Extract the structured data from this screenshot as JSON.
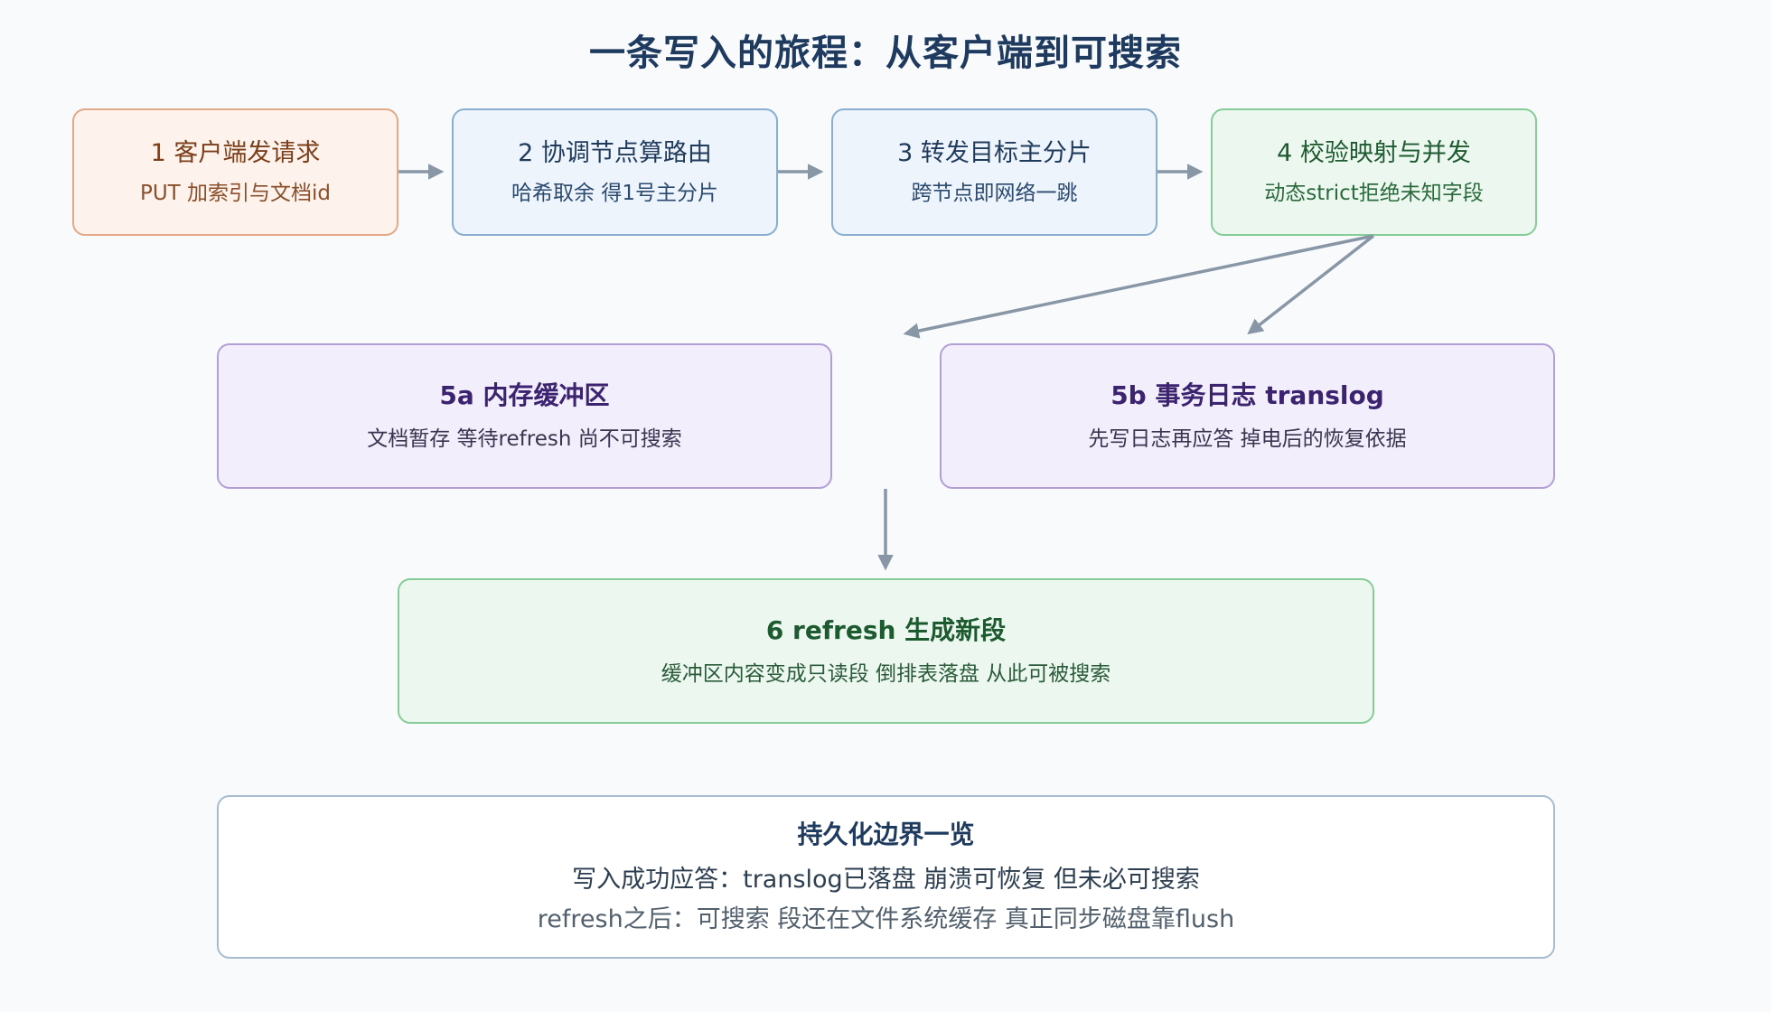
{
  "title": "一条写入的旅程：从客户端到可搜索",
  "steps": [
    {
      "title": "1 客户端发请求",
      "subtitle": "PUT 加索引与文档id"
    },
    {
      "title": "2 协调节点算路由",
      "subtitle": "哈希取余 得1号主分片"
    },
    {
      "title": "3 转发目标主分片",
      "subtitle": "跨节点即网络一跳"
    },
    {
      "title": "4 校验映射与并发",
      "subtitle": "动态strict拒绝未知字段"
    }
  ],
  "branches": [
    {
      "title": "5a 内存缓冲区",
      "subtitle": "文档暂存 等待refresh 尚不可搜索"
    },
    {
      "title": "5b 事务日志 translog",
      "subtitle": "先写日志再应答 掉电后的恢复依据"
    }
  ],
  "refresh": {
    "title": "6 refresh 生成新段",
    "subtitle": "缓冲区内容变成只读段 倒排表落盘 从此可被搜索"
  },
  "summary": {
    "title": "持久化边界一览",
    "line1": "写入成功应答：translog已落盘 崩溃可恢复 但未必可搜索",
    "line2": "refresh之后：可搜索 段还在文件系统缓存 真正同步磁盘靠flush"
  },
  "colors": {
    "arrow": "#8896a6",
    "title": "#1e3a5f"
  }
}
